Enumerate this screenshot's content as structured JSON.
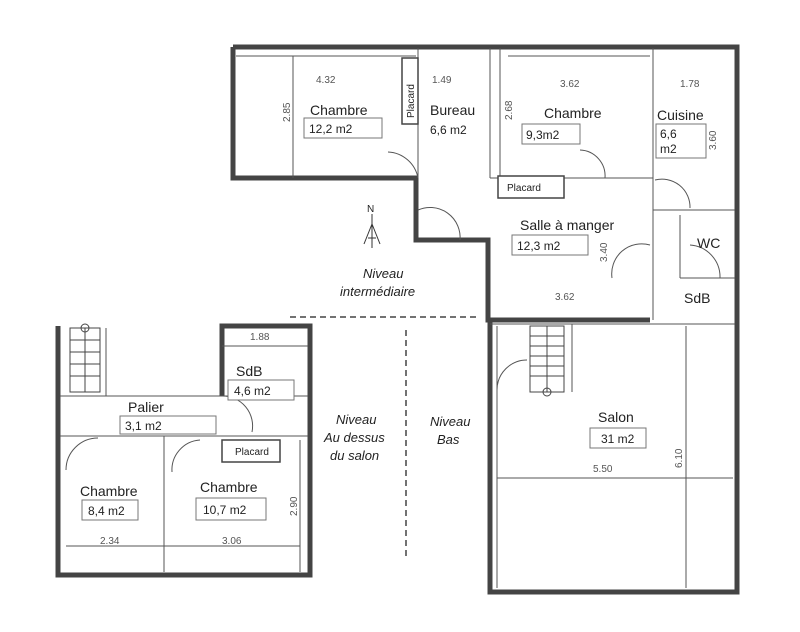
{
  "levels": {
    "intermediate_line1": "Niveau",
    "intermediate_line2": "intermédiaire",
    "above_line1": "Niveau",
    "above_line2": "Au dessus",
    "above_line3": "du salon",
    "low_line1": "Niveau",
    "low_line2": "Bas"
  },
  "compass": {
    "label": "N"
  },
  "rooms": {
    "chambre_top": {
      "name": "Chambre",
      "area": "12,2 m2",
      "dim_w": "4.32",
      "dim_h": "2.85"
    },
    "placard_top": {
      "name": "Placard"
    },
    "bureau": {
      "name": "Bureau",
      "area": "6,6 m2",
      "dim_w": "1.49"
    },
    "chambre_mid": {
      "name": "Chambre",
      "area": "9,3m2",
      "dim_w": "3.62",
      "dim_h": "2.68"
    },
    "cuisine": {
      "name": "Cuisine",
      "area_line1": "6,6",
      "area_line2": "m2",
      "dim_w": "1.78",
      "dim_h": "3.60"
    },
    "placard_mid": {
      "name": "Placard"
    },
    "salle_a_manger": {
      "name": "Salle à manger",
      "area": "12,3 m2",
      "dim_w": "3.62",
      "dim_h": "3.40"
    },
    "wc": {
      "name": "WC"
    },
    "sdb_low": {
      "name": "SdB"
    },
    "salon": {
      "name": "Salon",
      "area": "31 m2",
      "dim_w": "5.50",
      "dim_h": "6.10"
    },
    "sdb_upper": {
      "name": "SdB",
      "area": "4,6 m2",
      "dim_w": "1.88"
    },
    "palier": {
      "name": "Palier",
      "area": "3,1 m2"
    },
    "placard_upper": {
      "name": "Placard"
    },
    "chambre_left": {
      "name": "Chambre",
      "area": "8,4 m2",
      "dim_w": "2.34"
    },
    "chambre_right": {
      "name": "Chambre",
      "area": "10,7 m2",
      "dim_w": "3.06",
      "dim_h": "2.90"
    }
  }
}
